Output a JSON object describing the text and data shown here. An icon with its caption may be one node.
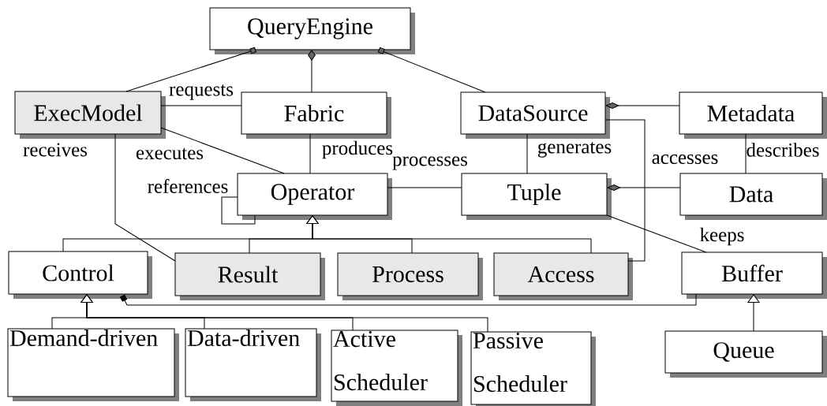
{
  "diagram": {
    "nodes": [
      {
        "text": [
          "QueryEngine"
        ]
      },
      {
        "text": [
          "ExecModel"
        ]
      },
      {
        "text": [
          "Fabric"
        ]
      },
      {
        "text": [
          "DataSource"
        ]
      },
      {
        "text": [
          "Metadata"
        ]
      },
      {
        "text": [
          "Operator"
        ]
      },
      {
        "text": [
          "Tuple"
        ]
      },
      {
        "text": [
          "Data"
        ]
      },
      {
        "text": [
          "Control"
        ]
      },
      {
        "text": [
          "Result"
        ]
      },
      {
        "text": [
          "Process"
        ]
      },
      {
        "text": [
          "Access"
        ]
      },
      {
        "text": [
          "Buffer"
        ]
      },
      {
        "text": [
          "Demand-driven"
        ]
      },
      {
        "text": [
          "Data-driven"
        ]
      },
      {
        "text": [
          "Active Scheduler"
        ]
      },
      {
        "text": [
          "Passive Scheduler"
        ]
      },
      {
        "text": [
          "Queue"
        ]
      }
    ],
    "edges": [
      {
        "from": 0,
        "to": 1,
        "arrow": "other"
      },
      {
        "from": 0,
        "to": 2,
        "arrow": "other"
      },
      {
        "from": 0,
        "to": 3,
        "arrow": "other"
      },
      {
        "from": 1,
        "to": 2,
        "arrow": "none",
        "label": "requests"
      },
      {
        "from": 1,
        "to": 5,
        "arrow": "none",
        "label": "executes"
      },
      {
        "from": 1,
        "to": 9,
        "arrow": "none",
        "label": "receives"
      },
      {
        "from": 2,
        "to": 5,
        "arrow": "none",
        "label": "produces"
      },
      {
        "from": 5,
        "to": 5,
        "arrow": "none",
        "label": "references"
      },
      {
        "from": 5,
        "to": 6,
        "arrow": "none",
        "label": "processes"
      },
      {
        "from": 3,
        "to": 6,
        "arrow": "none",
        "label": "generates"
      },
      {
        "from": 3,
        "to": 4,
        "arrow": "other"
      },
      {
        "from": 3,
        "to": 11,
        "arrow": "none",
        "label": "accesses"
      },
      {
        "from": 4,
        "to": 7,
        "arrow": "none",
        "label": "describes"
      },
      {
        "from": 6,
        "to": 7,
        "arrow": "other"
      },
      {
        "from": 6,
        "to": 12,
        "arrow": "none",
        "label": "keeps"
      },
      {
        "from": 8,
        "to": 12,
        "arrow": "other"
      },
      {
        "from": 9,
        "to": 5,
        "arrow": "to"
      },
      {
        "from": 10,
        "to": 5,
        "arrow": "to"
      },
      {
        "from": 11,
        "to": 5,
        "arrow": "to"
      },
      {
        "from": 8,
        "to": 5,
        "arrow": "to"
      },
      {
        "from": 13,
        "to": 8,
        "arrow": "to"
      },
      {
        "from": 14,
        "to": 8,
        "arrow": "to"
      },
      {
        "from": 15,
        "to": 8,
        "arrow": "to"
      },
      {
        "from": 16,
        "to": 8,
        "arrow": "to"
      },
      {
        "from": 17,
        "to": 12,
        "arrow": "to"
      }
    ]
  }
}
